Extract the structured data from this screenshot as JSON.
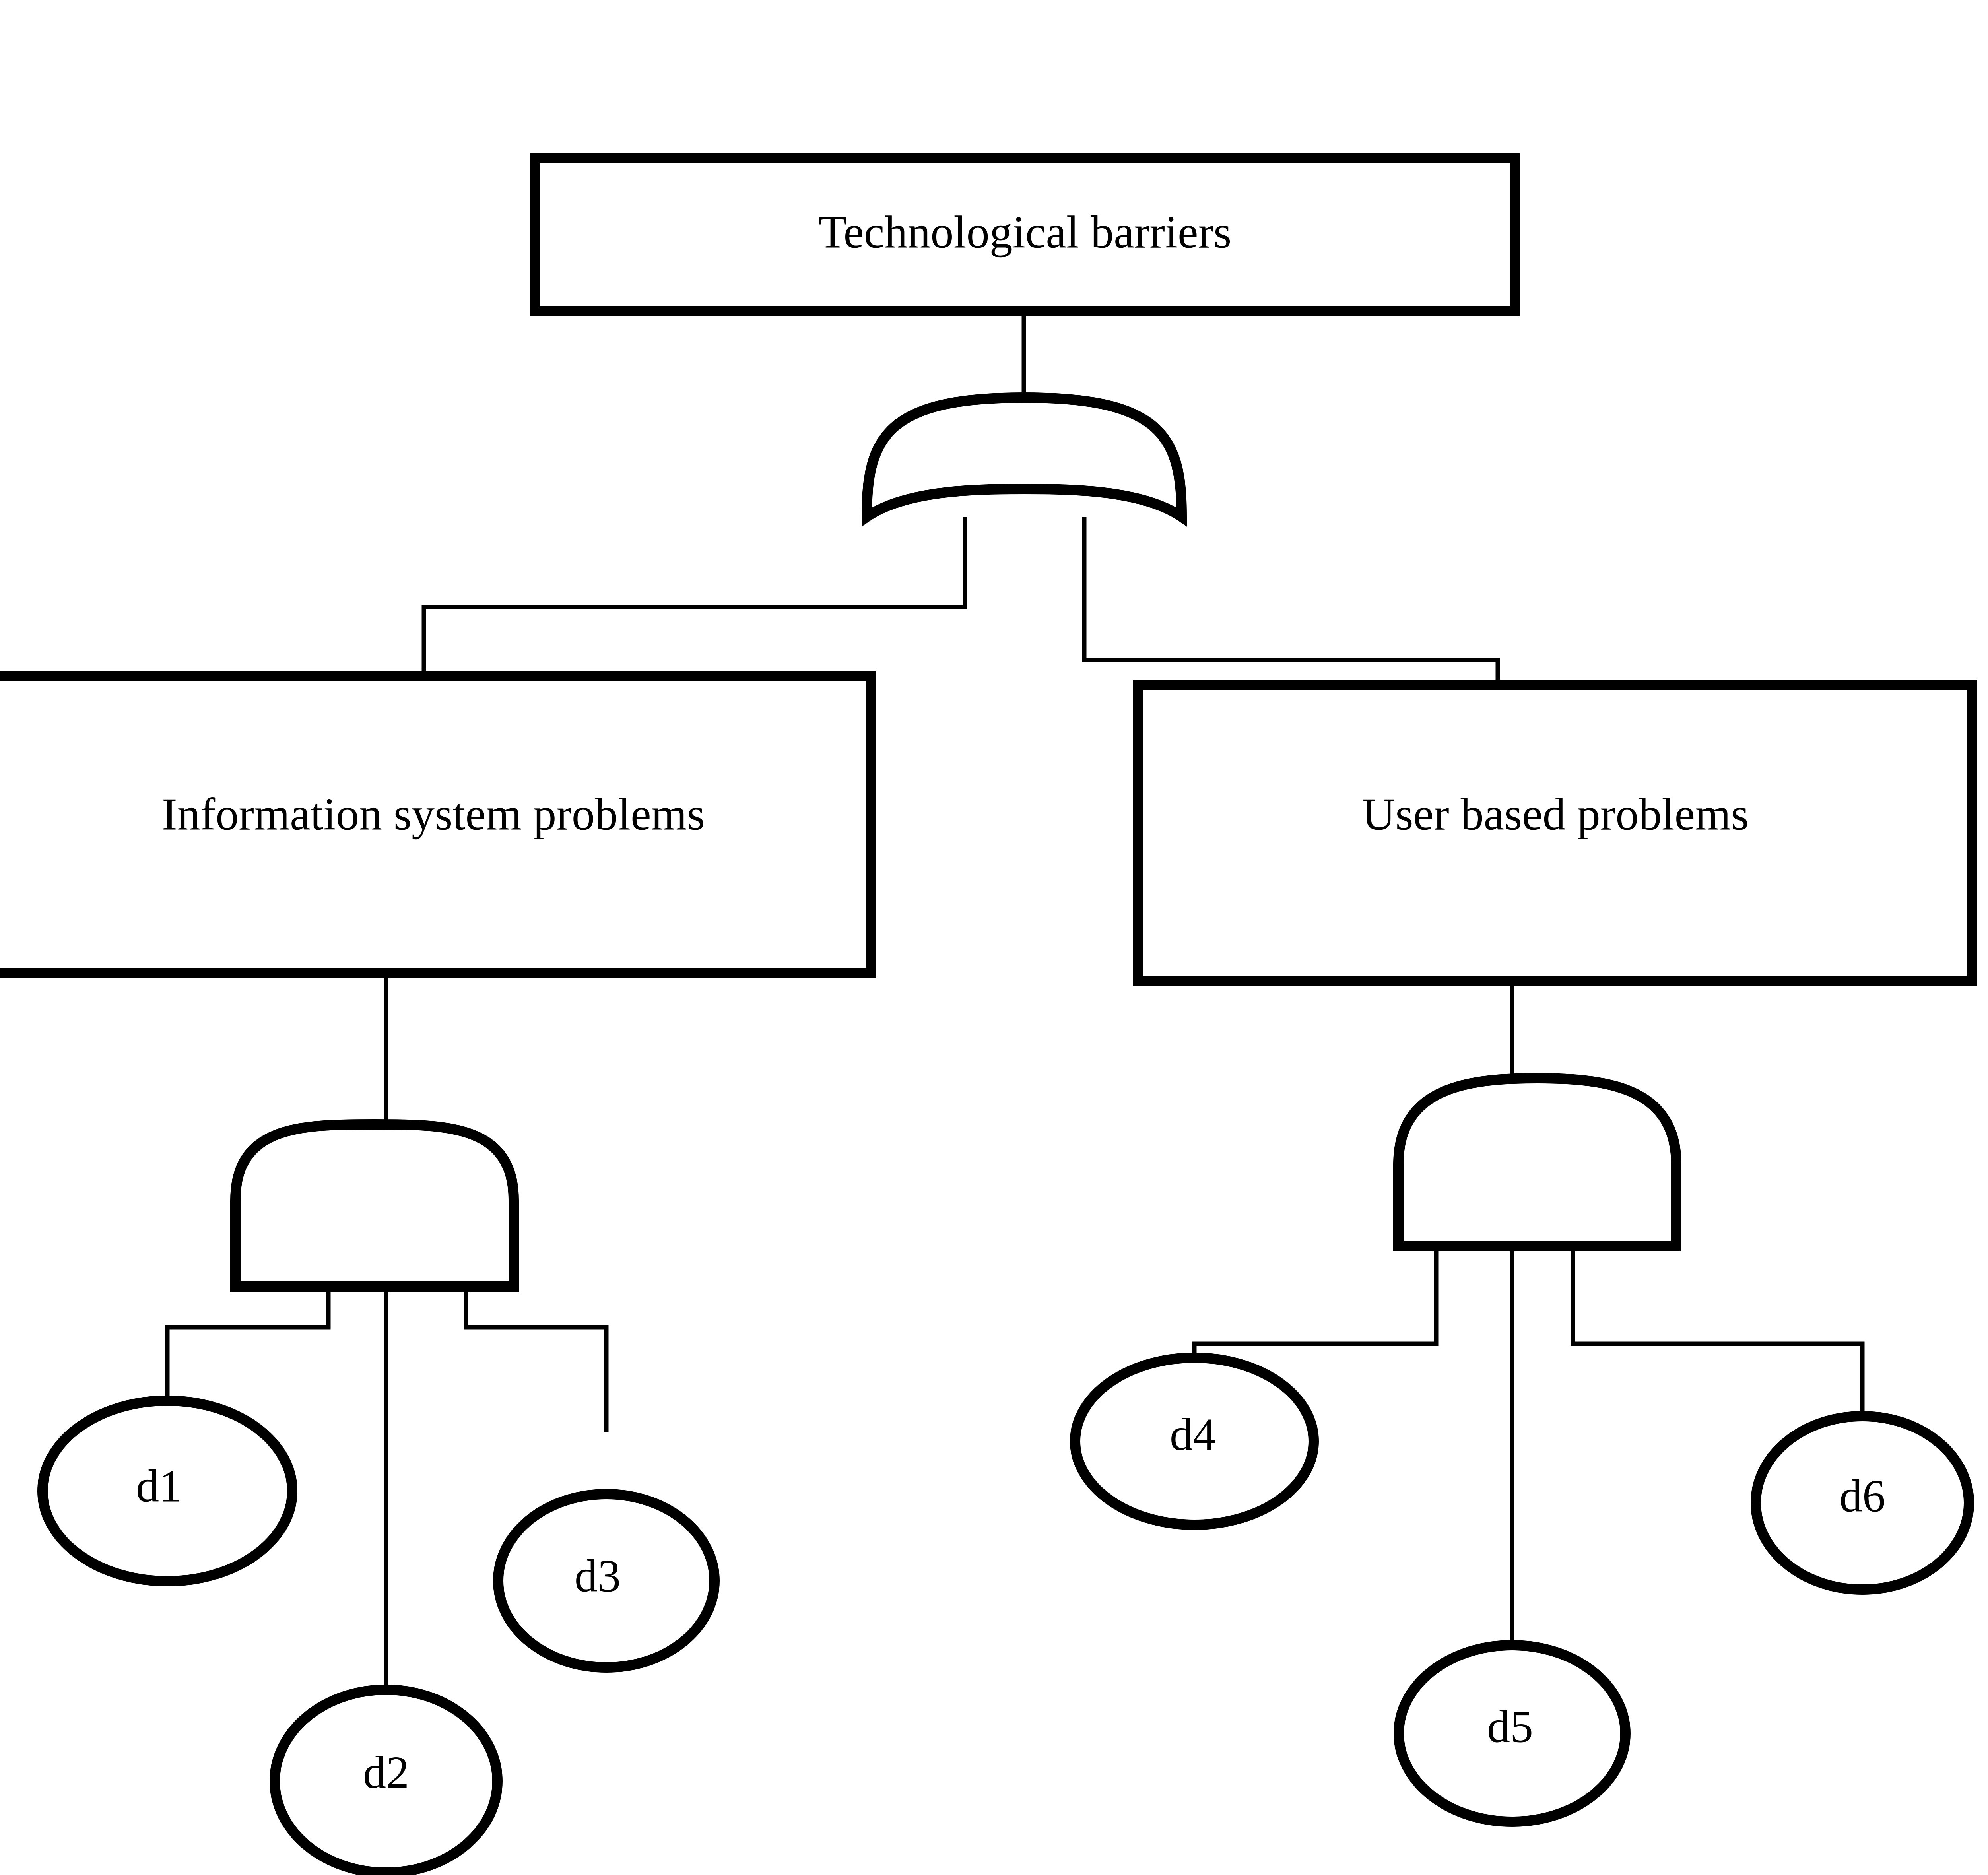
{
  "diagram": {
    "type": "fault-tree",
    "title_node": "Technological barriers",
    "background_color": "#ffffff",
    "line_color": "#000000",
    "fill_color": "#ffffff",
    "nodes": {
      "top_event": {
        "id": "top",
        "shape": "rectangle",
        "label": "Technological barriers"
      },
      "intermediate_left": {
        "id": "int-left",
        "shape": "rectangle",
        "label": "Information system problems"
      },
      "intermediate_right": {
        "id": "int-right",
        "shape": "rectangle",
        "label": "User based problems"
      },
      "basic_events": [
        {
          "id": "d1",
          "shape": "ellipse",
          "label": "d1"
        },
        {
          "id": "d2",
          "shape": "ellipse",
          "label": "d2"
        },
        {
          "id": "d3",
          "shape": "ellipse",
          "label": "d3"
        },
        {
          "id": "d4",
          "shape": "ellipse",
          "label": "d4"
        },
        {
          "id": "d5",
          "shape": "ellipse",
          "label": "d5"
        },
        {
          "id": "d6",
          "shape": "ellipse",
          "label": "d6"
        }
      ]
    },
    "gates": [
      {
        "id": "gate-top",
        "type": "or",
        "label": "",
        "parent": "top",
        "children": [
          "int-left",
          "int-right"
        ]
      },
      {
        "id": "gate-left",
        "type": "and",
        "label": "",
        "parent": "int-left",
        "children": [
          "d1",
          "d2",
          "d3"
        ]
      },
      {
        "id": "gate-right",
        "type": "and",
        "label": "",
        "parent": "int-right",
        "children": [
          "d4",
          "d5",
          "d6"
        ]
      }
    ],
    "edges": [
      {
        "from": "top",
        "to": "gate-top"
      },
      {
        "from": "gate-top",
        "to": "int-left"
      },
      {
        "from": "gate-top",
        "to": "int-right"
      },
      {
        "from": "int-left",
        "to": "gate-left"
      },
      {
        "from": "gate-left",
        "to": "d1"
      },
      {
        "from": "gate-left",
        "to": "d2"
      },
      {
        "from": "gate-left",
        "to": "d3"
      },
      {
        "from": "int-right",
        "to": "gate-right"
      },
      {
        "from": "gate-right",
        "to": "d4"
      },
      {
        "from": "gate-right",
        "to": "d5"
      },
      {
        "from": "gate-right",
        "to": "d6"
      }
    ]
  }
}
